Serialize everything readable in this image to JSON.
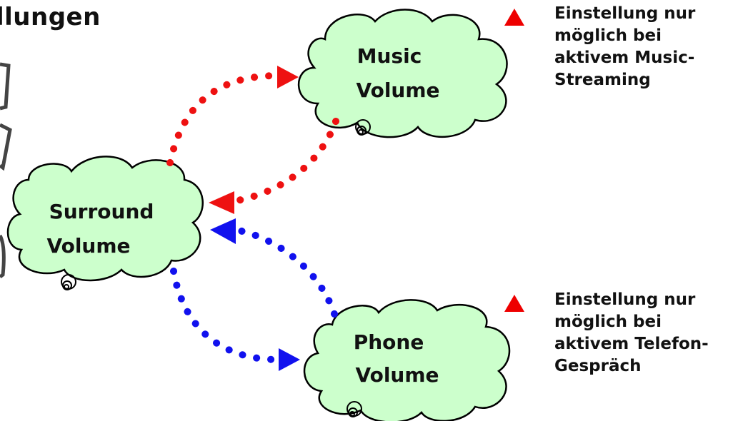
{
  "title": "llungen",
  "clouds": {
    "surround": {
      "line1": "Surround",
      "line2": "Volume"
    },
    "music": {
      "line1": "Music",
      "line2": "Volume"
    },
    "phone": {
      "line1": "Phone",
      "line2": "Volume"
    }
  },
  "notes": {
    "music": {
      "lines": [
        "Einstellung nur",
        "möglich bei",
        "aktivem Music-",
        "Streaming"
      ]
    },
    "phone": {
      "lines": [
        "Einstellung nur",
        "möglich bei",
        "aktivem Telefon-",
        "Gespräch"
      ]
    }
  },
  "colors": {
    "cloud_fill": "#ccffcc",
    "cloud_stroke": "#000000",
    "arrow_red": "#ee1111",
    "arrow_blue": "#1111ee",
    "warning": "#ee0000"
  },
  "icons": {
    "warning": "warning-triangle-icon",
    "cloud_tail": "cloud-tail-icon",
    "device": "device-fragment-icon"
  }
}
